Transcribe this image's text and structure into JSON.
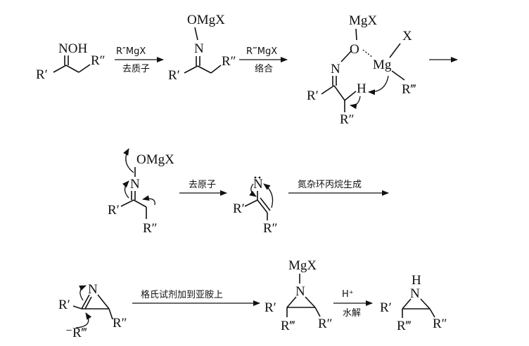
{
  "diagram": {
    "s1": {
      "oh": "NOH",
      "r1": "R′",
      "r2": "R″"
    },
    "c1": {
      "above": "R″MgX",
      "below": "去质子"
    },
    "s2": {
      "o": "OMgX",
      "n": "N",
      "r1": "R′",
      "r2": "R″"
    },
    "c2": {
      "above": "R‴MgX",
      "below": "络合"
    },
    "s3": {
      "mgx": "MgX",
      "o": "O",
      "mg": "Mg",
      "x": "X",
      "n": "N",
      "h": "H",
      "r1": "R′",
      "r2": "R″",
      "r3": "R‴"
    },
    "s4": {
      "o": "OMgX",
      "n": "N",
      "r1": "R′",
      "r2": "R″"
    },
    "c3": {
      "above": "去原子"
    },
    "s5": {
      "n": "N",
      "r1": "R′",
      "r2": "R″"
    },
    "c4": {
      "above": "氮杂环丙烷生成"
    },
    "s6": {
      "n": "N",
      "r1": "R′",
      "r2": "R″",
      "r3": "⁻R‴"
    },
    "c5": {
      "above": "格氏试剂加到亚胺上"
    },
    "s7": {
      "mgx": "MgX",
      "n": "N",
      "r1": "R′",
      "r2": "R″",
      "r3": "R‴"
    },
    "c6": {
      "above": "H⁺",
      "below": "水解"
    },
    "s8": {
      "h": "H",
      "n": "N",
      "r1": "R′",
      "r2": "R″",
      "r3": "R‴"
    }
  }
}
